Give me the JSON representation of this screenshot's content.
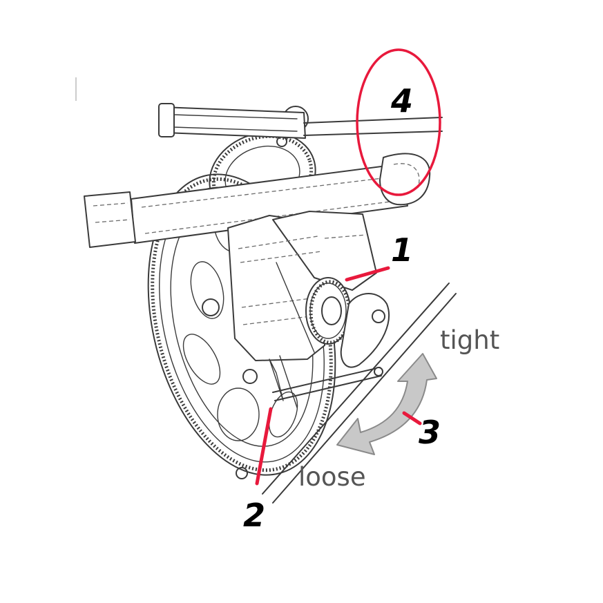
{
  "colors": {
    "callout": "#e8193c",
    "drawing": "#3a3a3a",
    "arrow_fill": "#c8c8c8",
    "arrow_stroke": "#8a8a8a",
    "label_text": "#555555"
  },
  "callouts": {
    "one": "1",
    "two": "2",
    "three": "3",
    "four": "4"
  },
  "labels": {
    "tight": "tight",
    "loose": "loose"
  }
}
